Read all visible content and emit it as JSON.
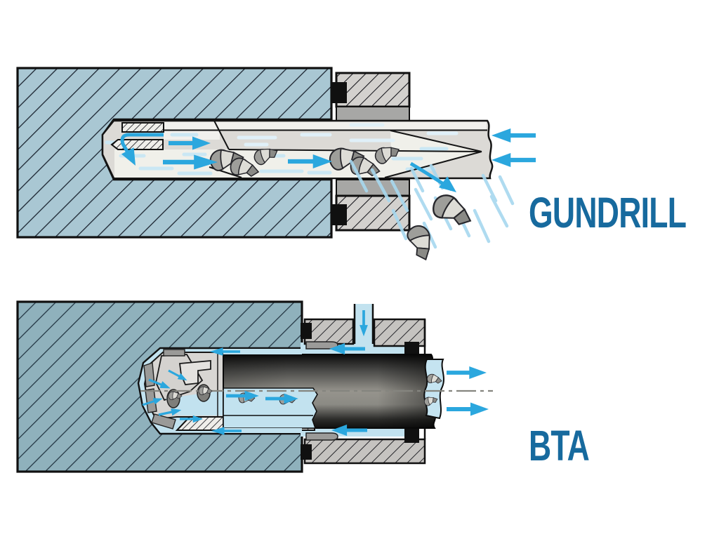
{
  "figure": {
    "title": "",
    "panels": [
      {
        "id": "gundrill",
        "label": "GUNDRILL",
        "depicts": "gundrill deep-hole drilling cross-section with external chip evacuation"
      },
      {
        "id": "bta",
        "label": "BTA",
        "depicts": "BTA deep-hole drilling cross-section with internal chip evacuation"
      }
    ]
  },
  "labels": {
    "gundrill": "GUNDRILL",
    "bta": "BTA"
  },
  "colors": {
    "label_blue": "#176a9e",
    "accent_cyan": "#2ba7de",
    "spray_blue": "#a7d8ef",
    "coolant_blue": "#c2e2ef",
    "workpiece_gundrill": "#a9c7d3",
    "workpiece_bta": "#8fb1bc",
    "tool_gray": "#dcdad6",
    "machinery_gray": "#d3d1ce",
    "solid_gray": "#a7a7a5",
    "seal_black": "#101010",
    "tube_dark": "#141414",
    "chip_gray": "#9e9e9a"
  },
  "icons": {
    "flow-arrow": "→ coolant/chip flow",
    "chip-curl": "curled metal chip",
    "hatch": "section hatching ///"
  }
}
